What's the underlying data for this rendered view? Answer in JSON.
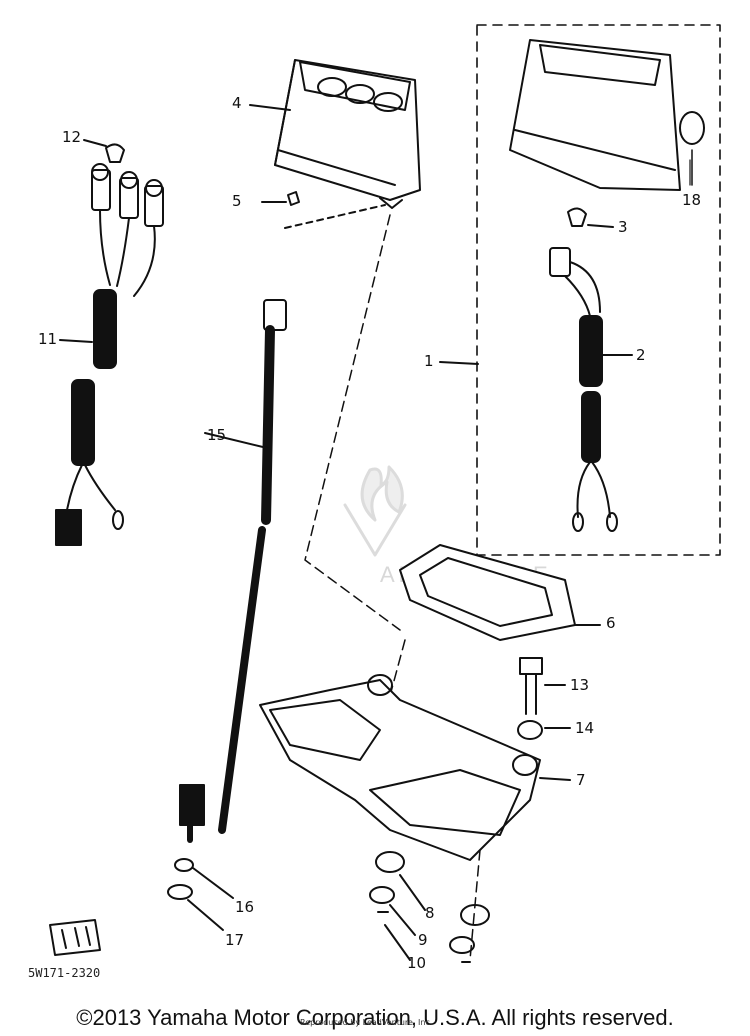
{
  "diagram": {
    "callouts": [
      "1",
      "2",
      "3",
      "4",
      "5",
      "6",
      "7",
      "8",
      "9",
      "10",
      "11",
      "12",
      "13",
      "14",
      "15",
      "16",
      "17",
      "18"
    ],
    "part_code": "5W171-2320",
    "watermark_text": "ADVENTURE"
  },
  "footer": {
    "copyright": "©2013 Yamaha Motor Corporation, U.S.A. All rights reserved.",
    "reproduced": "Reproduced by LeadVenture, Inc."
  },
  "colors": {
    "ink": "#111111",
    "background": "#ffffff",
    "watermark": "#d8d8d8"
  }
}
